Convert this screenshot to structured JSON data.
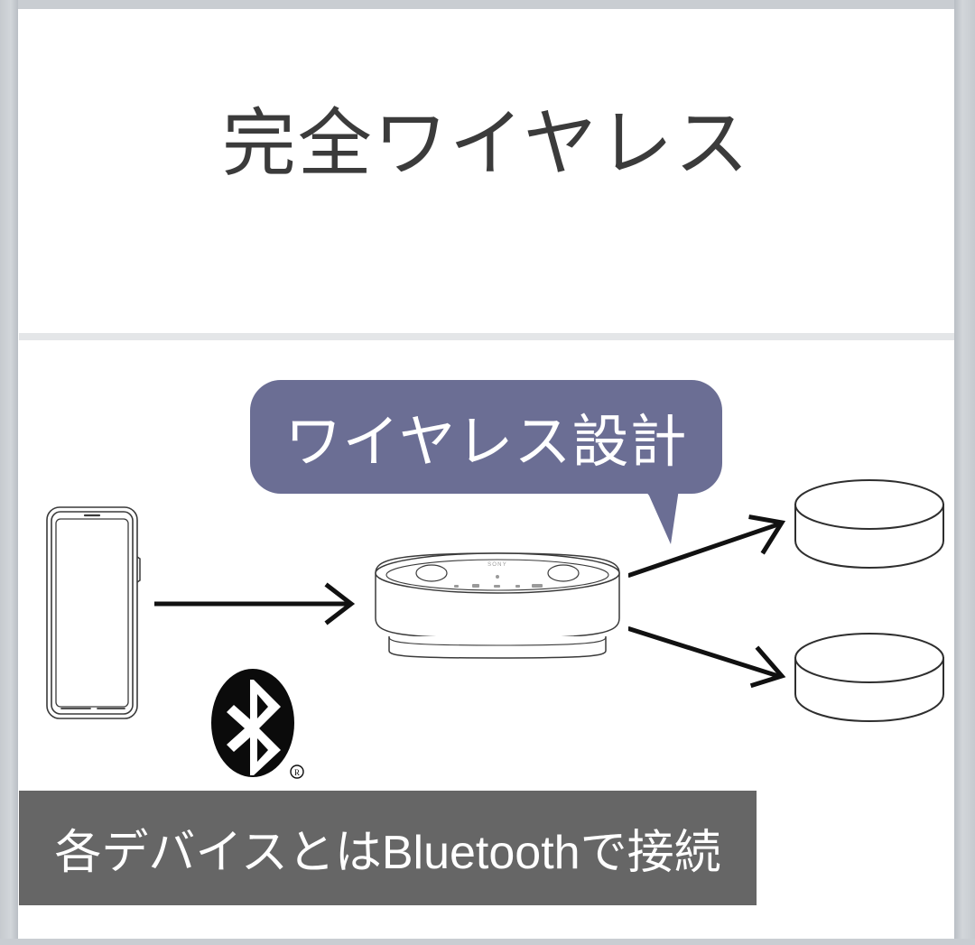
{
  "slide": {
    "title": "完全ワイヤレス",
    "title_color": "#3b3b3b",
    "background_color": "#ffffff",
    "frame_color": "#c9cdd2"
  },
  "diagram": {
    "callout": {
      "label": "ワイヤレス設計",
      "background_color": "#6b6e94",
      "text_color": "#ffffff"
    },
    "nodes": [
      {
        "id": "phone",
        "icon": "smartphone-icon",
        "label": ""
      },
      {
        "id": "bluetooth",
        "icon": "bluetooth-logo-icon",
        "label": ""
      },
      {
        "id": "speaker",
        "icon": "wireless-transmitter-icon",
        "label": ""
      },
      {
        "id": "puck-top",
        "icon": "wireless-speaker-puck-icon",
        "label": ""
      },
      {
        "id": "puck-bottom",
        "icon": "wireless-speaker-puck-icon",
        "label": ""
      }
    ],
    "connections": [
      {
        "from": "phone",
        "to": "speaker",
        "direction": "right"
      },
      {
        "from": "speaker",
        "to": "puck-top",
        "direction": "up-right"
      },
      {
        "from": "speaker",
        "to": "puck-bottom",
        "direction": "down-right"
      }
    ],
    "arrow_color": "#111111",
    "line_art_color": "#333333"
  },
  "caption": {
    "text": "各デバイスとはBluetoothで接続",
    "background_color": "#666666",
    "text_color": "#ffffff"
  }
}
